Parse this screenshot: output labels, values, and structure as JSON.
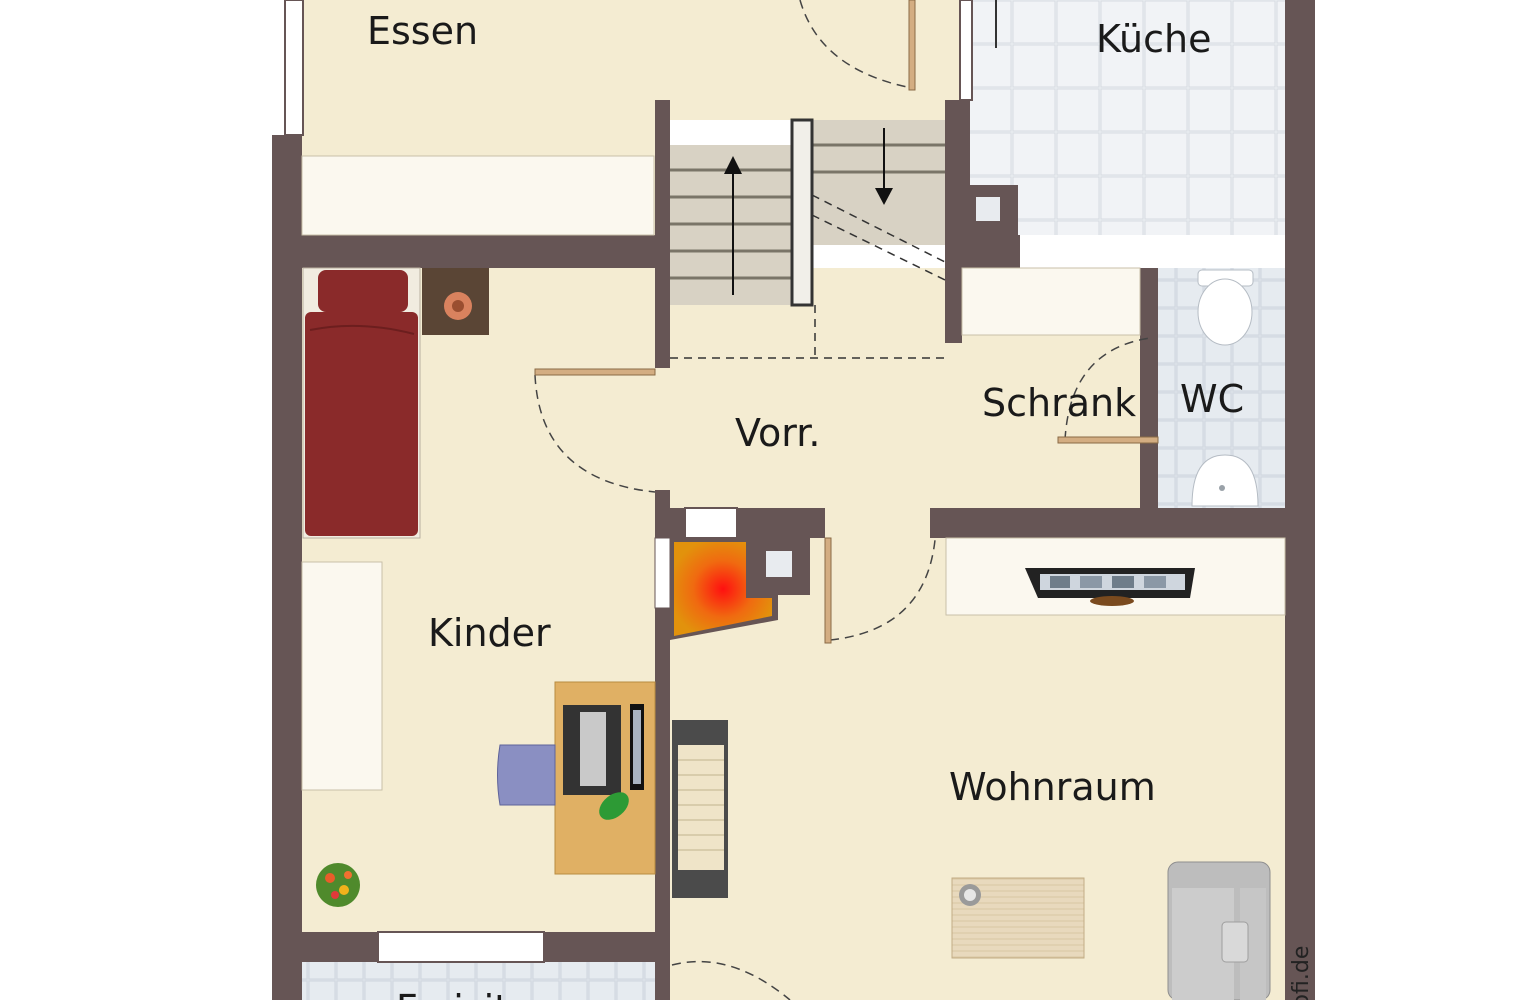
{
  "rooms": {
    "essen": "Essen",
    "kueche": "Küche",
    "schrank": "Schrank",
    "wc": "WC",
    "vorr": "Vorr.",
    "kinder": "Kinder",
    "wohnraum": "Wohnraum",
    "bottom": "Freisitz"
  },
  "watermark": "rofi.de",
  "colors": {
    "floor": "#f4ecd2",
    "wall": "#665555",
    "tile": "#e8ebef",
    "bed": "#8a2a2a",
    "desk": "#e0b064"
  }
}
